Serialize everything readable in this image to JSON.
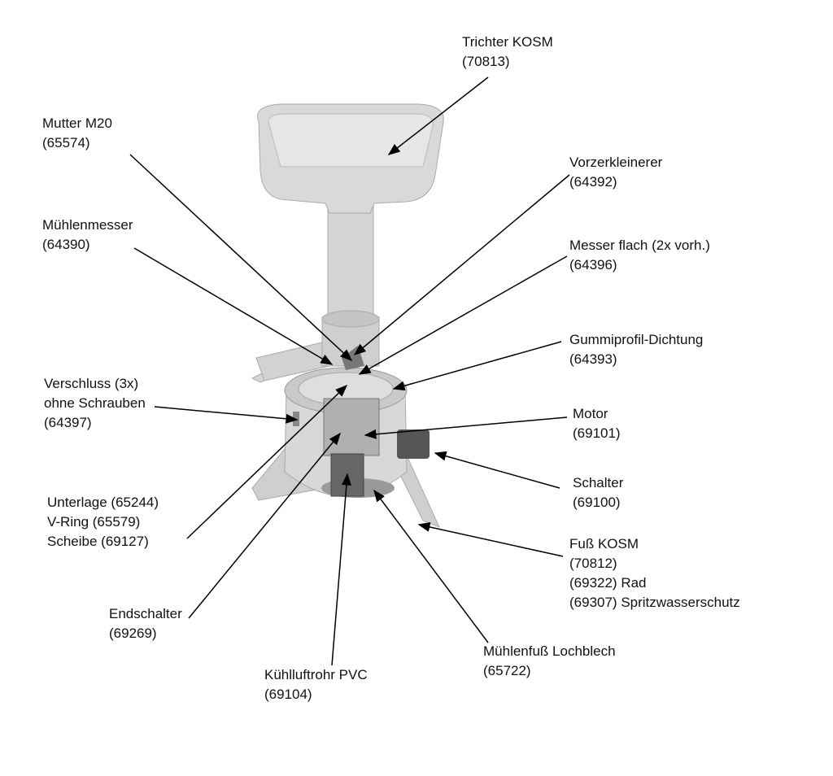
{
  "labels": {
    "trichter": {
      "name": "Trichter KOSM",
      "code": "(70813)"
    },
    "mutter": {
      "name": "Mutter M20",
      "code": "(65574)"
    },
    "vorzerkleinerer": {
      "name": "Vorzerkleinerer",
      "code": "(64392)"
    },
    "muehlenmesser": {
      "name": "Mühlenmesser",
      "code": "(64390)"
    },
    "messer_flach": {
      "name": "Messer flach (2x vorh.)",
      "code": "(64396)"
    },
    "gummiprofil": {
      "name": "Gummiprofil-Dichtung",
      "code": "(64393)"
    },
    "verschluss": {
      "name": "Verschluss (3x)",
      "name2": "ohne Schrauben",
      "code": "(64397)"
    },
    "motor": {
      "name": "Motor",
      "code": "(69101)"
    },
    "schalter": {
      "name": "Schalter",
      "code": "(69100)"
    },
    "unterlage": {
      "line1": "Unterlage (65244)",
      "line2": "V-Ring (65579)",
      "line3": "Scheibe (69127)"
    },
    "fuss": {
      "name": "Fuß KOSM",
      "code": "(70812)",
      "line3": "(69322) Rad",
      "line4": "(69307) Spritzwasserschutz"
    },
    "endschalter": {
      "name": "Endschalter",
      "code": "(69269)"
    },
    "kuehlluftrohr": {
      "name": "Kühlluftrohr PVC",
      "code": "(69104)"
    },
    "lochblech": {
      "name": "Mühlenfuß Lochblech",
      "code": "(65722)"
    }
  }
}
